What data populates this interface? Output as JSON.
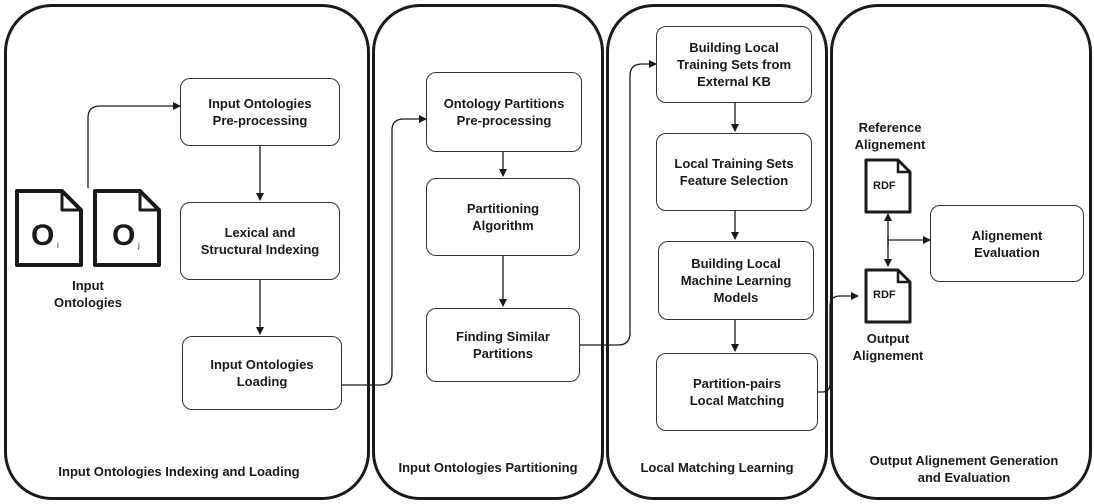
{
  "panels": {
    "indexing": "Input Ontologies Indexing and Loading",
    "partitioning": "Input Ontologies Partitioning",
    "learning": "Local Matching Learning",
    "output": "Output Alignement  Generation\nand Evaluation"
  },
  "boxes": {
    "preprocessing": "Input Ontologies\nPre-processing",
    "indexing": "Lexical and\nStructural Indexing",
    "loading": "Input Ontologies\nLoading",
    "partition_preproc": "Ontology Partitions\nPre-processing",
    "partition_algo": "Partitioning\nAlgorithm",
    "similar_partitions": "Finding Similar\nPartitions",
    "training_sets": "Building Local\nTraining Sets from\nExternal KB",
    "feature_selection": "Local Training Sets\nFeature Selection",
    "ml_models": "Building Local\nMachine Learning\nModels",
    "local_matching": "Partition-pairs\nLocal Matching",
    "evaluation": "Alignement\nEvaluation"
  },
  "docs": {
    "oi_letter": "O",
    "oi_sub": "i",
    "oj_letter": "O",
    "oj_sub": "j",
    "input_label": "Input\nOntologies",
    "rdf_ref": "RDF",
    "rdf_out": "RDF",
    "reference_label": "Reference\nAlignement",
    "output_label": "Output\nAlignement"
  }
}
